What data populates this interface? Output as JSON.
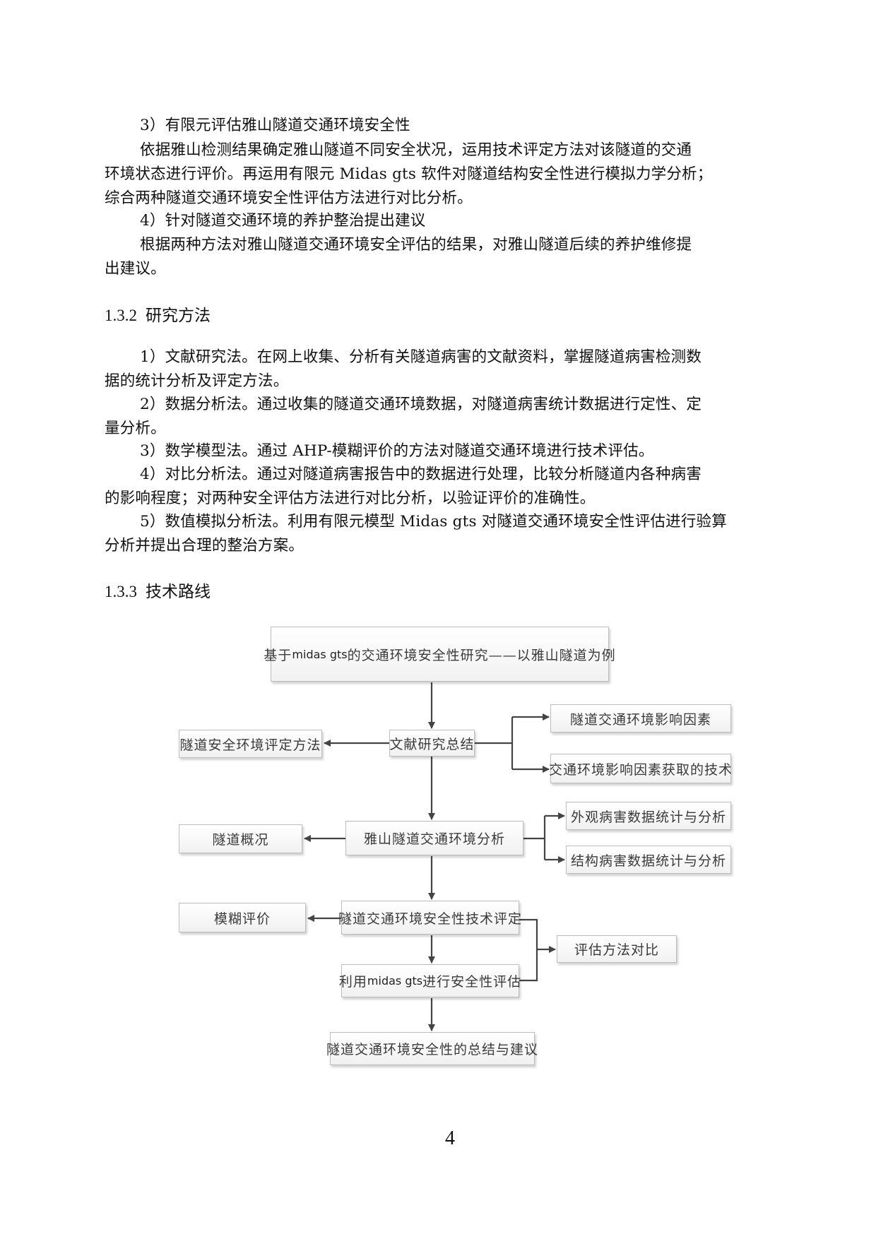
{
  "section_1_3_1_tail": {
    "item3_title": "3）有限元评估雅山隧道交通环境安全性",
    "item3_lines": [
      "依据雅山检测结果确定雅山隧道不同安全状况，运用技术评定方法对该隧道的交通",
      "环境状态进行评价。再运用有限元 Midas gts 软件对隧道结构安全性进行模拟力学分析；",
      "综合两种隧道交通环境安全性评估方法进行对比分析。"
    ],
    "item4_title": "4）针对隧道交通环境的养护整治提出建议",
    "item4_lines": [
      "根据两种方法对雅山隧道交通环境安全评估的结果，对雅山隧道后续的养护维修提",
      "出建议。"
    ]
  },
  "section_1_3_2": {
    "number": "1.3.2",
    "title": "研究方法",
    "methods": [
      {
        "lines": [
          "1）文献研究法。在网上收集、分析有关隧道病害的文献资料，掌握隧道病害检测数",
          "据的统计分析及评定方法。"
        ]
      },
      {
        "lines": [
          "2）数据分析法。通过收集的隧道交通环境数据，对隧道病害统计数据进行定性、定",
          "量分析。"
        ]
      },
      {
        "lines": [
          "3）数学模型法。通过 AHP-模糊评价的方法对隧道交通环境进行技术评估。"
        ]
      },
      {
        "lines": [
          "4）对比分析法。通过对隧道病害报告中的数据进行处理，比较分析隧道内各种病害",
          "的影响程度；对两种安全评估方法进行对比分析，以验证评价的准确性。"
        ]
      },
      {
        "lines": [
          "5）数值模拟分析法。利用有限元模型 Midas gts 对隧道交通环境安全性评估进行验算",
          "分析并提出合理的整治方案。"
        ]
      }
    ]
  },
  "section_1_3_3": {
    "number": "1.3.3",
    "title": "技术路线"
  },
  "flowchart": {
    "top": {
      "pre": "基于",
      "latin": "midas gts",
      "post": "的交通环境安全性研究——以雅山隧道为例"
    },
    "row1": {
      "center": "文献研究总结",
      "left": "隧道安全环境评定方法",
      "right": [
        "隧道交通环境影响因素",
        "交通环境影响因素获取的技术"
      ]
    },
    "row2": {
      "center": "雅山隧道交通环境分析",
      "left": "隧道概况",
      "right": [
        "外观病害数据统计与分析",
        "结构病害数据统计与分析"
      ]
    },
    "row3": {
      "center": "隧道交通环境安全性技术评定",
      "left": "模糊评价",
      "right": "评估方法对比"
    },
    "row4": {
      "pre": "利用",
      "latin": "midas gts",
      "post": "进行安全性评估"
    },
    "bottom": "隧道交通环境安全性的总结与建议",
    "colors": {
      "box_border": "#bdbdbd",
      "box_fill": "#f4f4f4",
      "line": "#444444",
      "text": "#3a3a3a"
    }
  },
  "page_number": "4"
}
